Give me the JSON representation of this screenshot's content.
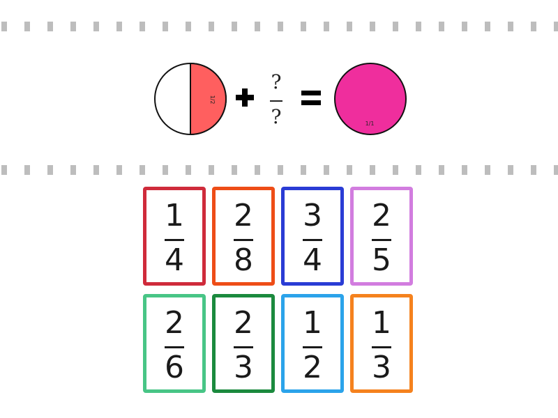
{
  "equation": {
    "left_pie": {
      "label": "1/2",
      "fill_fraction": 0.5,
      "fill_color": "#ff5f5f"
    },
    "unknown": {
      "numerator": "?",
      "denominator": "?"
    },
    "result_pie": {
      "label": "1/1",
      "fill_fraction": 1.0,
      "fill_color": "#ef2e9d"
    }
  },
  "cards": [
    {
      "numerator": "1",
      "denominator": "4",
      "color": "#cf2b3b"
    },
    {
      "numerator": "2",
      "denominator": "8",
      "color": "#ee4d17"
    },
    {
      "numerator": "3",
      "denominator": "4",
      "color": "#2a3cd5"
    },
    {
      "numerator": "2",
      "denominator": "5",
      "color": "#d27ddf"
    },
    {
      "numerator": "2",
      "denominator": "6",
      "color": "#48c586"
    },
    {
      "numerator": "2",
      "denominator": "3",
      "color": "#1b8a3e"
    },
    {
      "numerator": "1",
      "denominator": "2",
      "color": "#2ba3ea"
    },
    {
      "numerator": "1",
      "denominator": "3",
      "color": "#f5821e"
    }
  ]
}
